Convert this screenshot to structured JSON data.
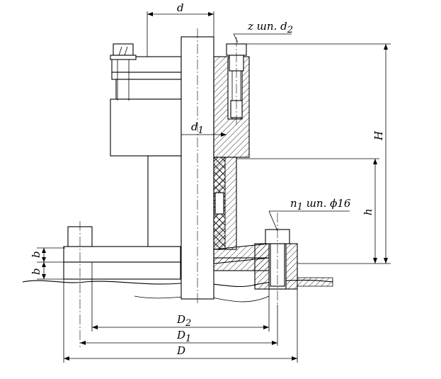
{
  "labels": {
    "d": "d",
    "d1": "d",
    "d1_sub": "1",
    "z_bolts": "z шп. d",
    "z_bolts_sub": "2",
    "n1_bolts": "n",
    "n1_bolts_sub": "1",
    "n1_bolts_rest": " шп. ϕ16",
    "H": "H",
    "h": "h",
    "b_top": "b",
    "b_bottom": "b",
    "D2": "D",
    "D2_sub": "2",
    "D1": "D",
    "D1_sub": "1",
    "D": "D"
  },
  "colors": {
    "line": "#000000",
    "background": "#ffffff"
  }
}
